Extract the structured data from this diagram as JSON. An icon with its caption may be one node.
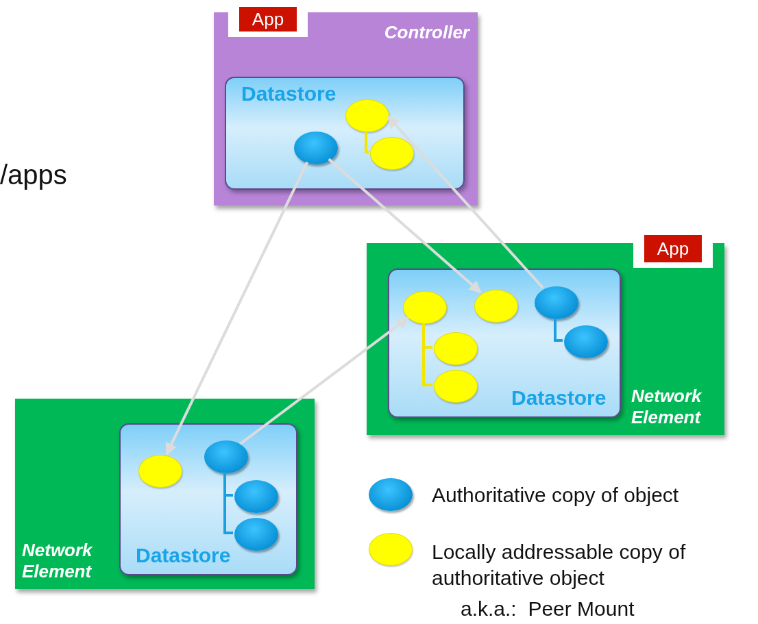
{
  "diagram": {
    "nodes": [
      {
        "text": [
          "Controller"
        ]
      },
      {
        "text": [
          "App"
        ],
        "in": 0
      },
      {
        "text": [
          "Datastore"
        ],
        "in": 0
      },
      {
        "text": [],
        "shape": "ellipse",
        "in": 2
      },
      {
        "text": [],
        "shape": "ellipse",
        "in": 2
      },
      {
        "text": [],
        "shape": "ellipse",
        "in": 2
      },
      {
        "text": [
          "Network Element"
        ]
      },
      {
        "text": [
          "App"
        ],
        "in": 6
      },
      {
        "text": [
          "Datastore"
        ],
        "in": 6
      },
      {
        "text": [],
        "shape": "ellipse",
        "in": 8
      },
      {
        "text": [],
        "shape": "ellipse",
        "in": 8
      },
      {
        "text": [],
        "shape": "ellipse",
        "in": 8
      },
      {
        "text": [],
        "shape": "ellipse",
        "in": 8
      },
      {
        "text": [],
        "shape": "ellipse",
        "in": 8
      },
      {
        "text": [],
        "shape": "ellipse",
        "in": 8
      },
      {
        "text": [
          "Network Element"
        ]
      },
      {
        "text": [
          "Datastore"
        ],
        "in": 15
      },
      {
        "text": [],
        "shape": "ellipse",
        "in": 16
      },
      {
        "text": [],
        "shape": "ellipse",
        "in": 16
      },
      {
        "text": [],
        "shape": "ellipse",
        "in": 16
      },
      {
        "text": [],
        "shape": "ellipse",
        "in": 16
      }
    ],
    "edges": [
      {
        "from": 4,
        "to": 5,
        "arrow": "none",
        "color": "#f2e600"
      },
      {
        "from": 3,
        "to": 12,
        "arrow": "to",
        "color": "#dcdcdc"
      },
      {
        "from": 3,
        "to": 17,
        "arrow": "to",
        "color": "#dcdcdc"
      },
      {
        "from": 13,
        "to": 4,
        "arrow": "to",
        "color": "#dcdcdc"
      },
      {
        "from": 9,
        "to": 10,
        "arrow": "none",
        "color": "#f2e600"
      },
      {
        "from": 9,
        "to": 11,
        "arrow": "none",
        "color": "#f2e600"
      },
      {
        "from": 13,
        "to": 14,
        "arrow": "none",
        "color": "#1aa0e0"
      },
      {
        "from": 18,
        "to": 9,
        "arrow": "to",
        "color": "#dcdcdc"
      },
      {
        "from": 18,
        "to": 19,
        "arrow": "none",
        "color": "#1aa0e0"
      },
      {
        "from": 18,
        "to": 20,
        "arrow": "none",
        "color": "#1aa0e0"
      }
    ],
    "labels": [
      "/apps",
      "a.k.a.:  Peer Mount"
    ],
    "legend": [
      {
        "text": "Authoritative copy of object"
      },
      {
        "text": "Locally addressable copy of authoritative object"
      }
    ]
  }
}
